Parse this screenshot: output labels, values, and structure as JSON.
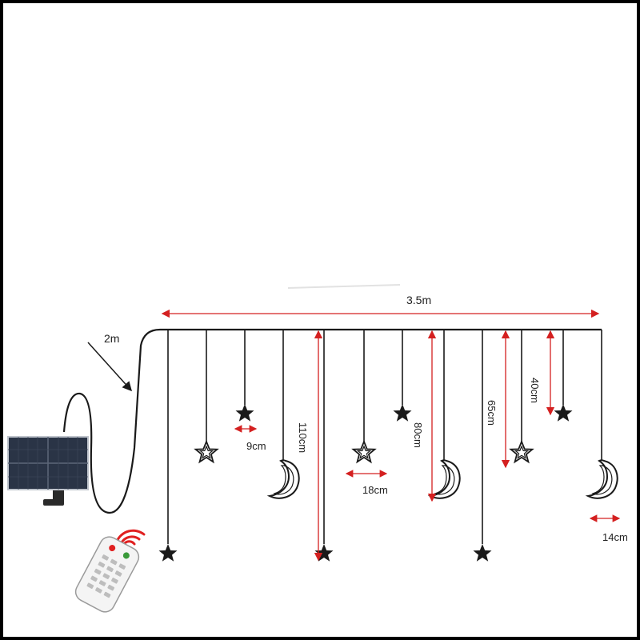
{
  "diagram": {
    "labels": {
      "cable_length": "2m",
      "total_width": "3.5m",
      "small_star_width": "9cm",
      "hollow_star_width": "18cm",
      "moon_width": "14cm",
      "drop_110": "110cm",
      "drop_80": "80cm",
      "drop_65": "65cm",
      "drop_40": "40cm"
    },
    "components": {
      "solar_panel": "solar-panel",
      "remote_control": "remote-control",
      "signal_icon": "wireless-signal"
    },
    "colors": {
      "line": "#1a1a1a",
      "dimension": "#d42020",
      "shape": "#1a1a1a",
      "panel": "#2a3446",
      "frame": "#000000"
    }
  }
}
